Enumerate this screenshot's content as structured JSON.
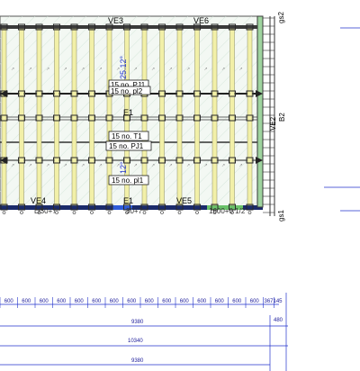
{
  "plan": {
    "beam_labels": {
      "top_left": "VE3",
      "top_right": "VE6",
      "middle": "E1",
      "bottom_left": "VE4",
      "bottom_mid": "E1",
      "bottom_right": "VE5"
    },
    "grid_labels": {
      "top_right": "gs2",
      "bottom_right": "gs1",
      "right_mid_a": "VE2",
      "right_mid_b": "B2"
    },
    "angle_labels": {
      "upper": "25.12°",
      "lower": "12°"
    },
    "callouts": [
      {
        "text": "15 no. PJ1"
      },
      {
        "text": "15 no. pl2"
      },
      {
        "text": "15 no. T1"
      },
      {
        "text": "15 no. PJ1"
      },
      {
        "text": "15 no. pl1"
      }
    ]
  },
  "dimensions": {
    "spacings": [
      "600",
      "600",
      "600",
      "600",
      "600",
      "600",
      "600",
      "600",
      "600",
      "600",
      "600",
      "600",
      "600",
      "600",
      "600",
      "367",
      "145"
    ],
    "row1_total": "9380",
    "row1_right": "480",
    "row2_total": "10340",
    "row3_total": "9380"
  },
  "colors": {
    "panel_fill": "#f3f8f3",
    "joist_yellow": "#f2f0a8",
    "beam_dark": "#3a3a3a",
    "callout_border": "#000000",
    "blue_text": "#2233cc",
    "dim_line": "#2233cc",
    "right_strip": "#9fd49f"
  }
}
